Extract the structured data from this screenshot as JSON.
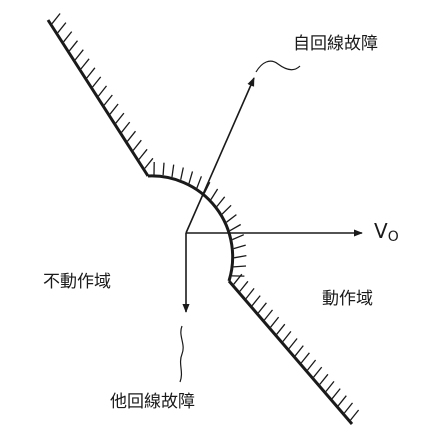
{
  "labels": {
    "self_fault": "自回線故障",
    "other_fault": "他回線故障",
    "non_operating": "不動作域",
    "operating": "動作域",
    "vector_main": "V",
    "vector_sub": "O"
  },
  "colors": {
    "ink": "#1a1a1a",
    "background": "#ffffff"
  }
}
